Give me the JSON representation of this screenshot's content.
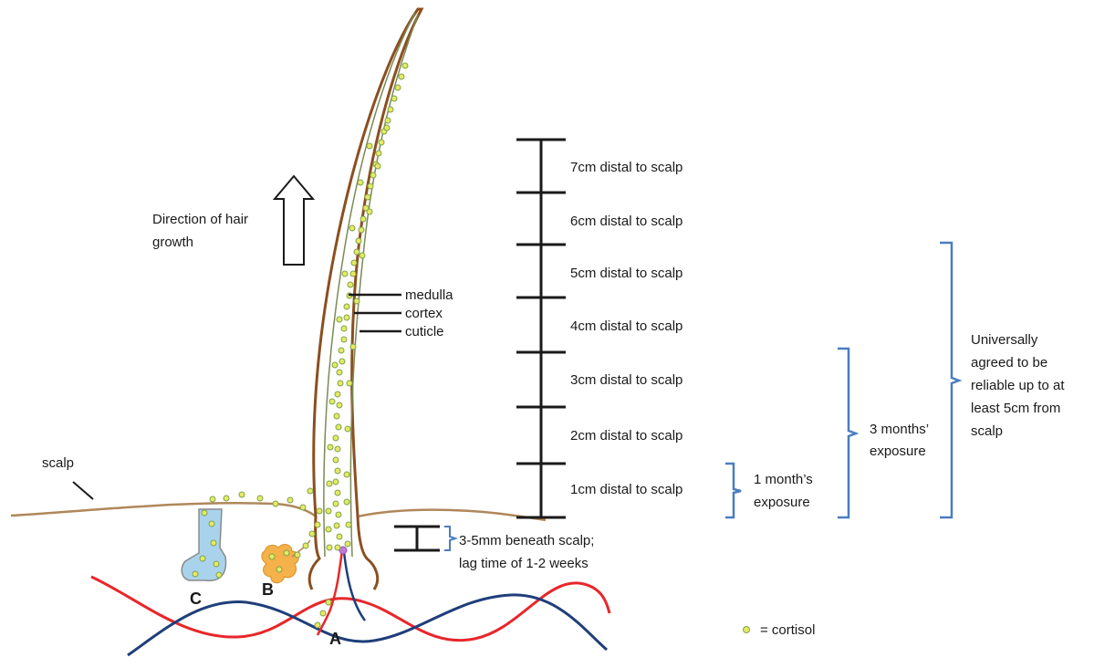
{
  "labels": {
    "growth_direction": [
      "Direction of hair",
      "growth"
    ],
    "medulla": "medulla",
    "cortex": "cortex",
    "cuticle": "cuticle",
    "scalp": "scalp",
    "beneath_scalp": [
      "3-5mm beneath scalp;",
      "lag time of 1-2 weeks"
    ],
    "letter_a": "A",
    "letter_b": "B",
    "letter_c": "C",
    "one_month": [
      "1 month’s",
      "exposure"
    ],
    "three_months": [
      "3 months’",
      "exposure"
    ],
    "universal": [
      "Universally",
      "agreed to be",
      "reliable up to at",
      "least 5cm from",
      "scalp"
    ],
    "legend_cortisol": "= cortisol"
  },
  "scale_segments": [
    "7cm distal to scalp",
    "6cm distal to scalp",
    "5cm distal to scalp",
    "4cm distal to scalp",
    "3cm distal to scalp",
    "2cm distal to scalp",
    "1cm distal to scalp"
  ],
  "colors": {
    "hair_outline": "#8b4f1f",
    "scalp_line": "#b0875a",
    "cortisol_dot_fill": "#e6ea63",
    "cortisol_dot_stroke": "#7ea34d",
    "bracket": "#4a7dc0",
    "blood_red": "#e8262a",
    "blood_blue": "#1f3e7a",
    "gland_blue": "#a9d3ec",
    "gland_orange": "#f5b14a"
  }
}
